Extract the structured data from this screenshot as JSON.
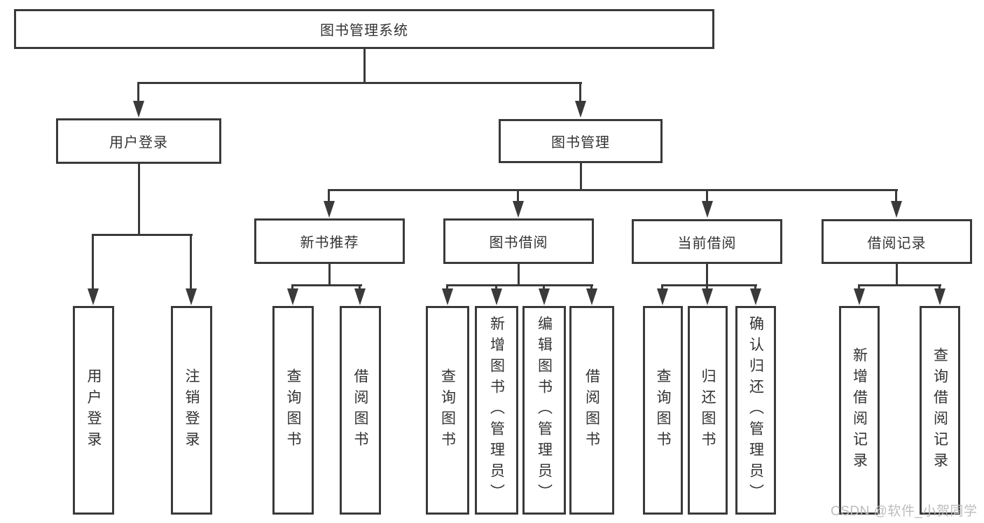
{
  "tree": {
    "root": "图书管理系统",
    "branches": [
      {
        "label": "用户登录",
        "children": [
          "用户登录",
          "注销登录"
        ]
      },
      {
        "label": "图书管理",
        "sections": [
          {
            "label": "新书推荐",
            "children": [
              "查询图书",
              "借阅图书"
            ]
          },
          {
            "label": "图书借阅",
            "children": [
              "查询图书",
              "新增图书（管理员）",
              "编辑图书（管理员）",
              "借阅图书"
            ]
          },
          {
            "label": "当前借阅",
            "children": [
              "查询图书",
              "归还图书",
              "确认归还（管理员）"
            ]
          },
          {
            "label": "借阅记录",
            "children": [
              "新增借阅记录",
              "查询借阅记录"
            ]
          }
        ]
      }
    ]
  },
  "watermark": "CSDN @软件_小贺同学",
  "colors": {
    "line": "#3a3a3a",
    "text": "#333333",
    "watermark": "#bdbdbd",
    "background": "#ffffff"
  }
}
